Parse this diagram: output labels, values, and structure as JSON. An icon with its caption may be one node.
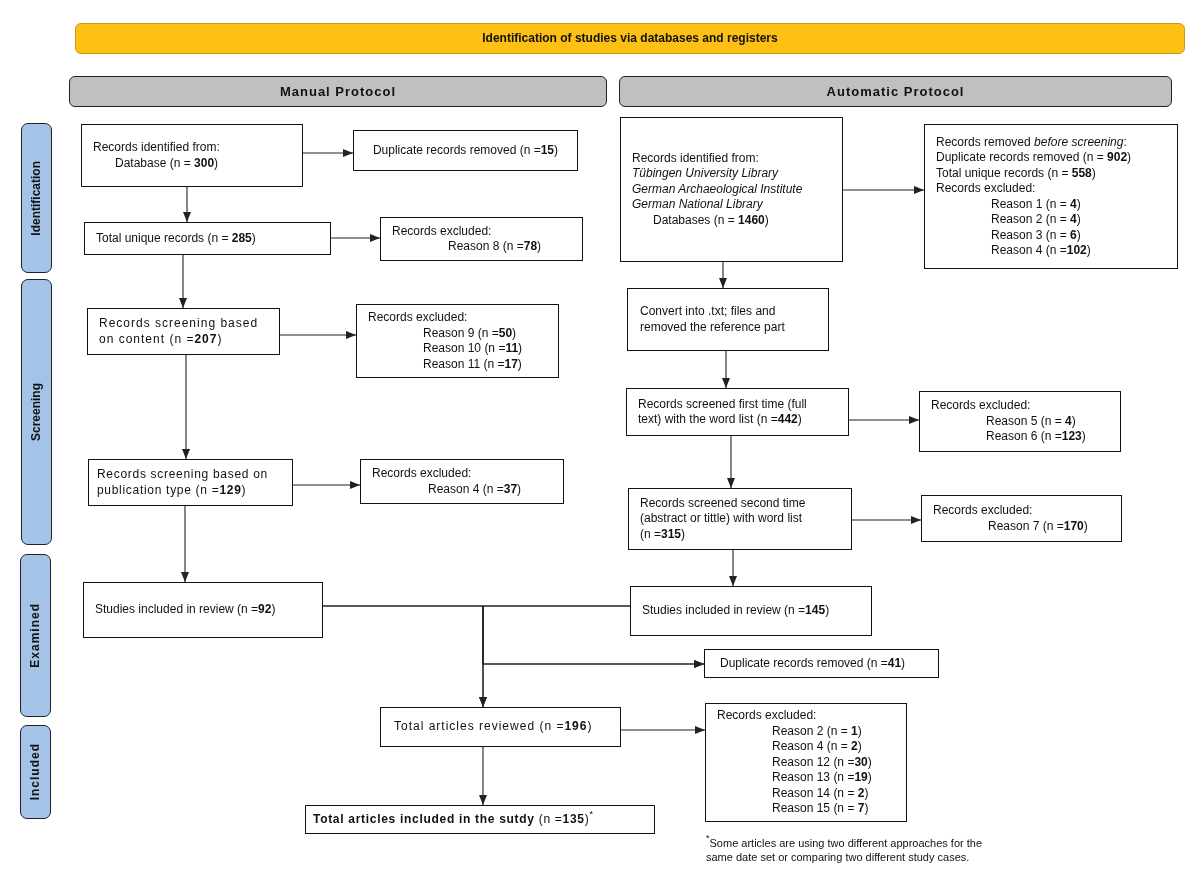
{
  "diagram": {
    "nodes": [
      {
        "text": [
          "Identification of studies via databases and registers"
        ]
      },
      {
        "text": [
          "Manual Protocol"
        ]
      },
      {
        "text": [
          "Automatic Protocol"
        ]
      },
      {
        "text": [
          "Identification"
        ]
      },
      {
        "text": [
          "Screening"
        ]
      },
      {
        "text": [
          "Examined"
        ]
      },
      {
        "text": [
          "Included"
        ]
      },
      {
        "text": [
          "Records identified from:",
          "Database (n = **300**)"
        ]
      },
      {
        "text": [
          "Duplicate records removed (n =**15**)"
        ]
      },
      {
        "text": [
          "Total unique records (n = **285**)"
        ]
      },
      {
        "text": [
          "Records excluded:",
          "Reason 8 (n =**78**)"
        ]
      },
      {
        "text": [
          "Records screening based on content (n =**207**)"
        ]
      },
      {
        "text": [
          "Records excluded:",
          "Reason 9 (n =**50**)",
          "Reason 10 (n =**11**)",
          "Reason 11 (n =**17**)"
        ]
      },
      {
        "text": [
          "Records screening based on publication type (n =**129**)"
        ]
      },
      {
        "text": [
          "Records excluded:",
          "Reason 4 (n =**37**)"
        ]
      },
      {
        "text": [
          "Studies included in review (n =**92**)"
        ]
      },
      {
        "text": [
          "Records identified from: *Tübingen University Library* *German Archaeological Institute* *German National Library*",
          "Databases (n = **1460**)"
        ]
      },
      {
        "text": [
          "Records removed *before screening*:",
          "Duplicate records removed (n = **902**)",
          "Total unique records (n = **558**)",
          "Records excluded:",
          "Reason 1 (n = **4**)",
          "Reason 2 (n = **4**)",
          "Reason 3 (n = **6**)",
          "Reason 4 (n =**102**)"
        ]
      },
      {
        "text": [
          "Convert into .txt; files and removed the reference part"
        ]
      },
      {
        "text": [
          "Records screened first time (full text) with the word list (n =**442**)"
        ]
      },
      {
        "text": [
          "Records excluded:",
          "Reason 5 (n = **4**)",
          "Reason 6 (n =**123**)"
        ]
      },
      {
        "text": [
          "Records screened second time (abstract or tittle) with word list (n =**315**)"
        ]
      },
      {
        "text": [
          "Records excluded:",
          "Reason 7 (n =**170**)"
        ]
      },
      {
        "text": [
          "Studies included in review (n =**145**)"
        ]
      },
      {
        "text": [
          "Duplicate records removed (n =**41**)"
        ]
      },
      {
        "text": [
          "Total articles reviewed (n =**196**)"
        ]
      },
      {
        "text": [
          "Records excluded:",
          "Reason 2 (n = **1**)",
          "Reason 4 (n = **2**)",
          "Reason 12 (n =**30**)",
          "Reason 13 (n =**19**)",
          "Reason 14 (n = **2**)",
          "Reason 15 (n = **7**)"
        ]
      },
      {
        "text": [
          "**Total articles included in the sutdy** (n =**135**)$^{*}$"
        ]
      }
    ],
    "edges": [
      {
        "from": 7,
        "to": 8,
        "arrow": "to"
      },
      {
        "from": 7,
        "to": 9,
        "arrow": "to"
      },
      {
        "from": 9,
        "to": 10,
        "arrow": "to"
      },
      {
        "from": 9,
        "to": 11,
        "arrow": "to"
      },
      {
        "from": 11,
        "to": 12,
        "arrow": "to"
      },
      {
        "from": 11,
        "to": 13,
        "arrow": "to"
      },
      {
        "from": 13,
        "to": 14,
        "arrow": "to"
      },
      {
        "from": 13,
        "to": 15,
        "arrow": "to"
      },
      {
        "from": 16,
        "to": 17,
        "arrow": "to"
      },
      {
        "from": 16,
        "to": 18,
        "arrow": "to"
      },
      {
        "from": 18,
        "to": 19,
        "arrow": "to"
      },
      {
        "from": 19,
        "to": 20,
        "arrow": "to"
      },
      {
        "from": 19,
        "to": 21,
        "arrow": "to"
      },
      {
        "from": 21,
        "to": 22,
        "arrow": "to"
      },
      {
        "from": 21,
        "to": 23,
        "arrow": "to"
      },
      {
        "from": 15,
        "to": 25,
        "arrow": "to"
      },
      {
        "from": 23,
        "to": 25,
        "arrow": "to"
      },
      {
        "from": 15,
        "to": 24,
        "arrow": "to"
      },
      {
        "from": 23,
        "to": 24,
        "arrow": "to"
      },
      {
        "from": 25,
        "to": 26,
        "arrow": "to"
      },
      {
        "from": 25,
        "to": 27,
        "arrow": "to"
      }
    ],
    "labels": [
      "$^{*}$Some articles are using two different approaches for the same date set or comparing two different study cases."
    ]
  }
}
